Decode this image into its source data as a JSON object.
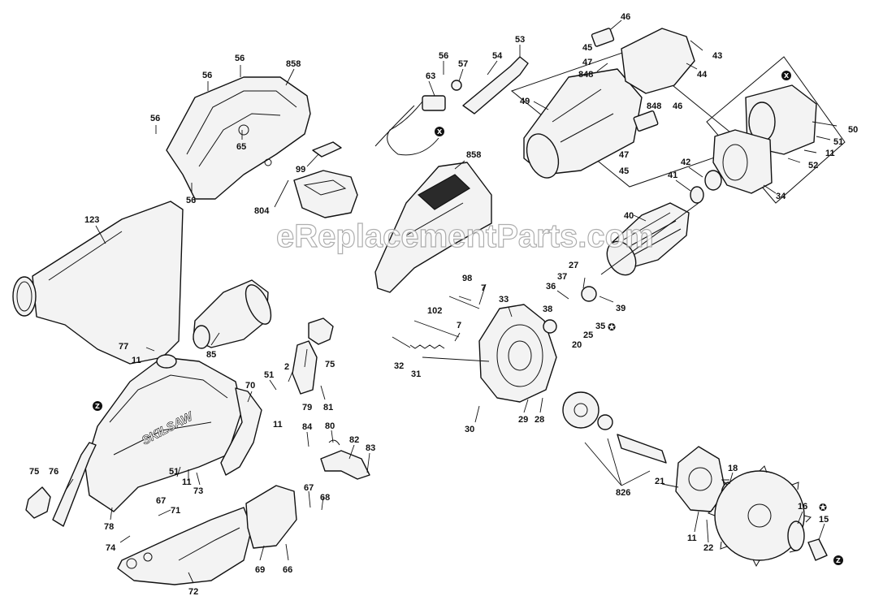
{
  "watermark": "eReplacementParts.com",
  "brand_text": "SKILSAW",
  "callouts": {
    "p2": "2",
    "p7a": "7",
    "p7b": "7",
    "p11a": "11",
    "p11b": "11",
    "p11c": "11",
    "p11d": "11",
    "p11e": "11",
    "p15": "15",
    "p16": "16",
    "p18": "18",
    "p20": "20",
    "p21": "21",
    "p22": "22",
    "p25": "25",
    "p27": "27",
    "p28": "28",
    "p29": "29",
    "p30": "30",
    "p31": "31",
    "p32": "32",
    "p33": "33",
    "p34": "34",
    "p35": "35",
    "p36": "36",
    "p37": "37",
    "p38": "38",
    "p39": "39",
    "p40": "40",
    "p41": "41",
    "p42": "42",
    "p43": "43",
    "p44": "44",
    "p45a": "45",
    "p45b": "45",
    "p46a": "46",
    "p46b": "46",
    "p47a": "47",
    "p47b": "47",
    "p49": "49",
    "p50": "50",
    "p51a": "51",
    "p51b": "51",
    "p51c": "51",
    "p52": "52",
    "p53": "53",
    "p54": "54",
    "p56a": "56",
    "p56b": "56",
    "p56c": "56",
    "p56d": "56",
    "p56e": "56",
    "p57": "57",
    "p63": "63",
    "p65": "65",
    "p66": "66",
    "p67a": "67",
    "p67b": "67",
    "p68": "68",
    "p69": "69",
    "p70": "70",
    "p71": "71",
    "p72": "72",
    "p73": "73",
    "p74": "74",
    "p75a": "75",
    "p75b": "75",
    "p76": "76",
    "p77": "77",
    "p78": "78",
    "p79": "79",
    "p80": "80",
    "p81": "81",
    "p82": "82",
    "p83": "83",
    "p84": "84",
    "p85": "85",
    "p98": "98",
    "p99": "99",
    "p102": "102",
    "p123": "123",
    "p804": "804",
    "p826": "826",
    "p848a": "848",
    "p848b": "848",
    "p858a": "858",
    "p858b": "858"
  },
  "symbol_x": "X",
  "symbol_z": "Z",
  "symbol_star": "✪"
}
